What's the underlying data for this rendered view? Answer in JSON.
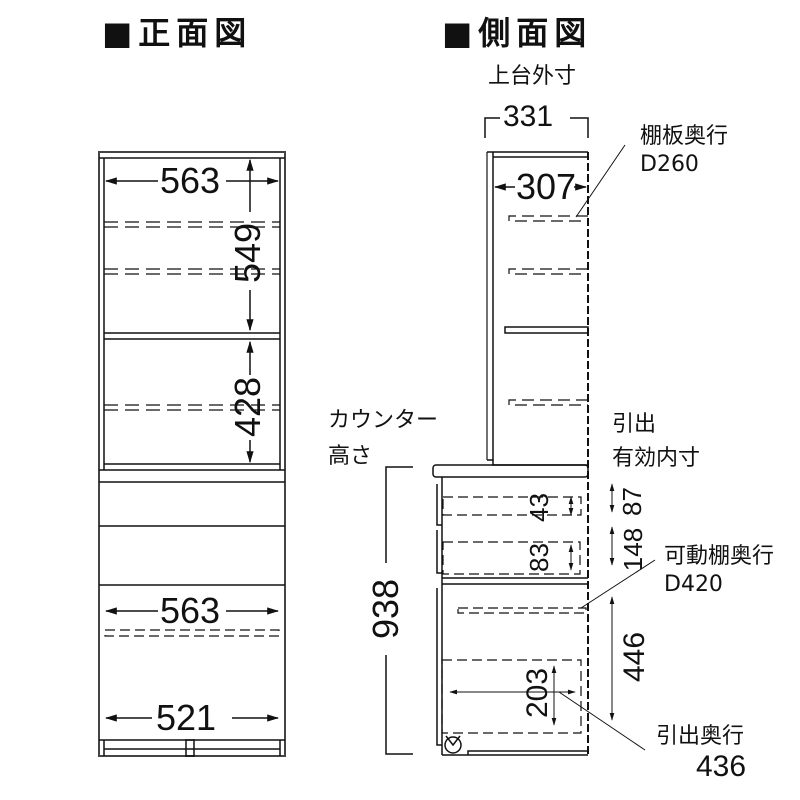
{
  "titles": {
    "front": "■正面図",
    "side": "■側面図"
  },
  "front_view": {
    "upper_width": "563",
    "upper_height": "549",
    "middle_height": "428",
    "lower_width": "563",
    "lower_inner_width": "521"
  },
  "side_view": {
    "top_outer_label": "上台外寸",
    "top_outer_depth": "331",
    "top_inner_depth": "307",
    "shelf_depth_label": "棚板奥行",
    "shelf_depth_value": "D260",
    "counter_height_label_1": "カウンター",
    "counter_height_label_2": "高さ",
    "counter_height": "938",
    "drawer_inner_label_1": "引出",
    "drawer_inner_label_2": "有効内寸",
    "drawer1_inner": "43",
    "drawer1_outer": "87",
    "drawer2_inner": "83",
    "drawer2_outer": "148",
    "movable_shelf_label": "可動棚奥行",
    "movable_shelf_value": "D420",
    "lower_cabinet_height": "446",
    "pullout_height": "203",
    "pullout_depth_label": "引出奥行",
    "pullout_depth_value": "436"
  },
  "colors": {
    "line": "#111111",
    "frame": "#555555"
  }
}
